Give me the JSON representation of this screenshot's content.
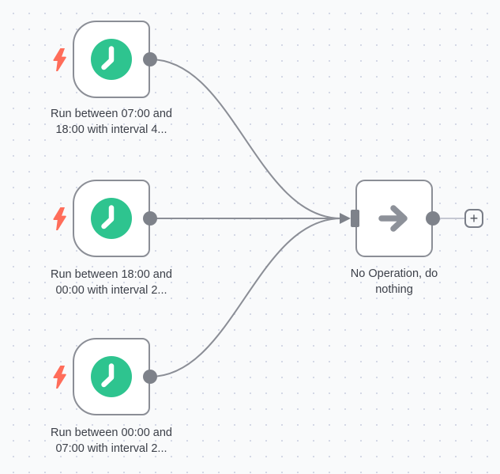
{
  "canvas": {
    "background": "#f9fafb",
    "dot_color": "#d4d8e6"
  },
  "colors": {
    "node_border": "#8b8e96",
    "node_background": "#ffffff",
    "wire": "#8b8e96",
    "stub_wire": "#c5c8d2",
    "connector": "#7e828a",
    "clock_icon_bg": "#2ec48f",
    "trigger_bolt": "#ff6d5a",
    "arrow_icon": "#8d9199",
    "label_text": "#3b3f48"
  },
  "nodes": {
    "trigger1": {
      "icon": "clock-icon",
      "label_line1": "Run between 07:00 and",
      "label_line2": "18:00 with interval 4..."
    },
    "trigger2": {
      "icon": "clock-icon",
      "label_line1": "Run between 18:00 and",
      "label_line2": "00:00 with interval 2..."
    },
    "trigger3": {
      "icon": "clock-icon",
      "label_line1": "Run between 00:00 and",
      "label_line2": "07:00 with interval 2..."
    },
    "noop": {
      "icon": "arrow-right-icon",
      "label_line1": "No Operation, do",
      "label_line2": "nothing"
    }
  },
  "icons": {
    "trigger_bolt": "lightning-bolt",
    "schedule": "clock",
    "noop": "arrow-right",
    "add": "plus"
  },
  "add_button": {
    "label": "+"
  }
}
